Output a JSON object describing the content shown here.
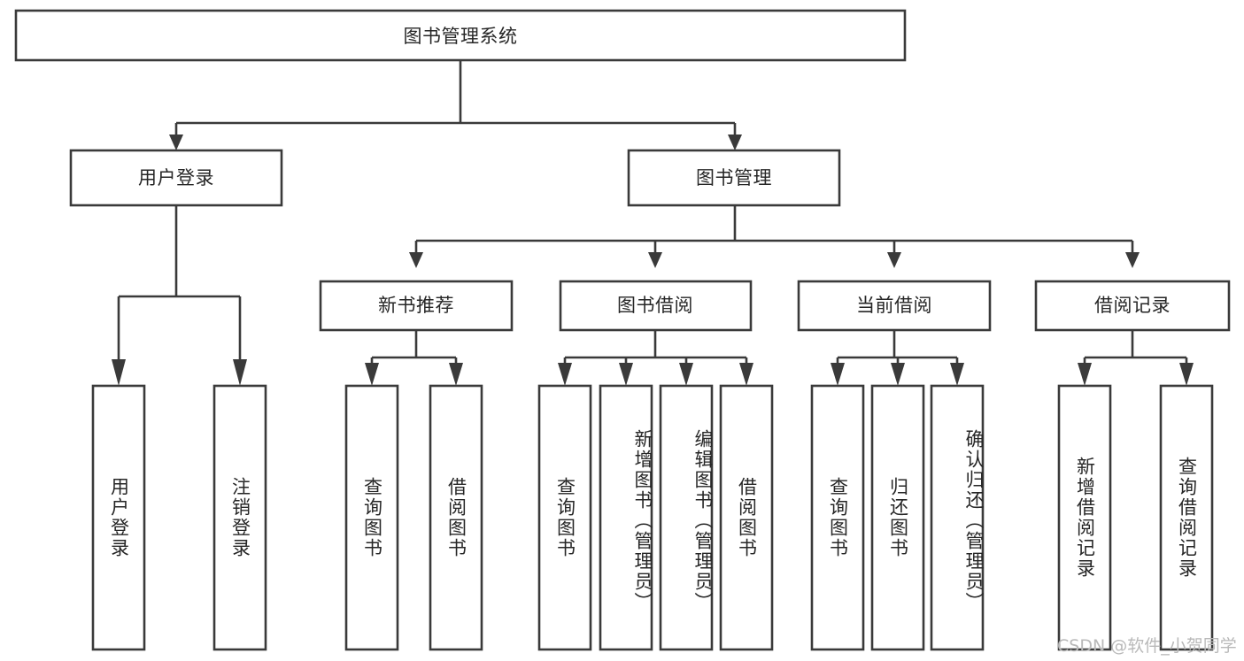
{
  "diagram": {
    "type": "tree",
    "title": "图书管理系统",
    "orientation": "top-down",
    "colors": {
      "box_stroke": "#3a3a3a",
      "box_fill": "#ffffff",
      "connector": "#3a3a3a",
      "text": "#262626",
      "watermark": "#b9b9b9",
      "background": "#ffffff"
    },
    "root": {
      "label": "图书管理系统",
      "name": "node-root-library-system"
    },
    "level2": [
      {
        "label": "用户登录",
        "name": "node-user-login"
      },
      {
        "label": "图书管理",
        "name": "node-book-management"
      }
    ],
    "level3": [
      {
        "label": "新书推荐",
        "name": "node-new-book-recommend"
      },
      {
        "label": "图书借阅",
        "name": "node-book-borrow"
      },
      {
        "label": "当前借阅",
        "name": "node-current-borrow"
      },
      {
        "label": "借阅记录",
        "name": "node-borrow-record"
      }
    ],
    "leaves": {
      "user_login": [
        {
          "label": "用户登录",
          "name": "leaf-user-login"
        },
        {
          "label": "注销登录",
          "name": "leaf-user-logout"
        }
      ],
      "new_book_recommend": [
        {
          "label": "查询图书",
          "name": "leaf-query-book-recommend"
        },
        {
          "label": "借阅图书",
          "name": "leaf-borrow-book-recommend"
        }
      ],
      "book_borrow": [
        {
          "label": "查询图书",
          "name": "leaf-query-book-borrow"
        },
        {
          "label": "新增图书（管理员）",
          "name": "leaf-add-book-admin"
        },
        {
          "label": "编辑图书（管理员）",
          "name": "leaf-edit-book-admin"
        },
        {
          "label": "借阅图书",
          "name": "leaf-borrow-book"
        }
      ],
      "current_borrow": [
        {
          "label": "查询图书",
          "name": "leaf-query-book-current"
        },
        {
          "label": "归还图书",
          "name": "leaf-return-book"
        },
        {
          "label": "确认归还（管理员）",
          "name": "leaf-confirm-return-admin"
        }
      ],
      "borrow_record": [
        {
          "label": "新增借阅记录",
          "name": "leaf-add-borrow-record"
        },
        {
          "label": "查询借阅记录",
          "name": "leaf-query-borrow-record"
        }
      ]
    }
  },
  "watermark": {
    "text": "CSDN @软件_小贺同学"
  }
}
